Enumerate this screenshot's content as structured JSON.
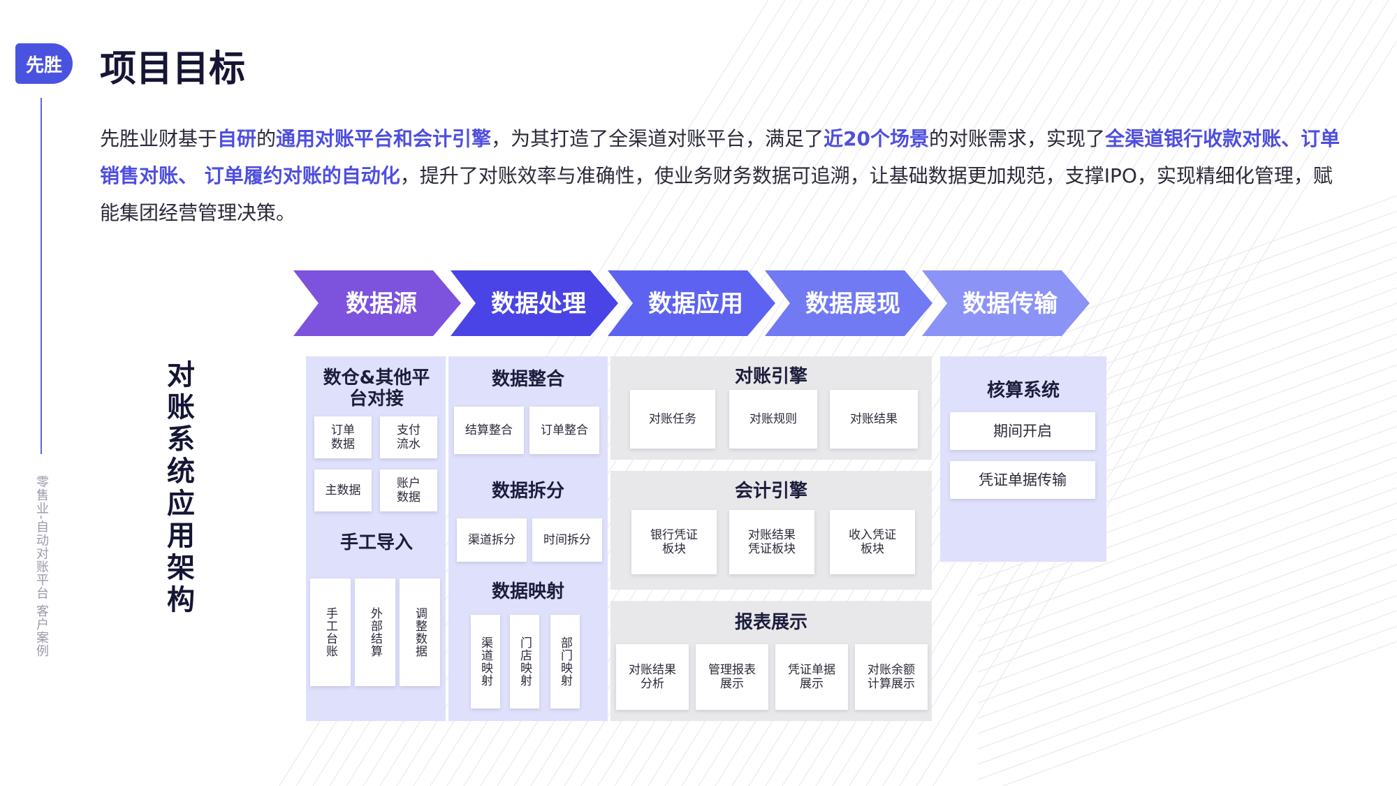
{
  "brand": {
    "logo_text": "先胜"
  },
  "sidebar": {
    "vertical_text": "零售业-自动对账平台 客户案例"
  },
  "page": {
    "title": "项目目标"
  },
  "description": {
    "segments": [
      {
        "text": "先胜业财基于",
        "highlight": false
      },
      {
        "text": "自研",
        "highlight": true
      },
      {
        "text": "的",
        "highlight": false
      },
      {
        "text": "通用对账平台和会计引擎",
        "highlight": true
      },
      {
        "text": "，为其打造了全渠道对账平台，满足了",
        "highlight": false
      },
      {
        "text": "近20个场景",
        "highlight": true
      },
      {
        "text": "的对账需求，实现了",
        "highlight": false
      },
      {
        "text": "全渠道银行收款对账、订单销售对账、 订单履约对账的自动化",
        "highlight": true
      },
      {
        "text": "，提升了对账效率与准确性，使业务财务数据可追溯，让基础数据更加规范，支撑IPO，实现精细化管理，赋能集团经营管理决策。",
        "highlight": false
      }
    ]
  },
  "diagram": {
    "vertical_title": "对账系统应用架构",
    "stages": [
      {
        "label": "数据源",
        "color": "#7d52dc"
      },
      {
        "label": "数据处理",
        "color": "#4a44e6"
      },
      {
        "label": "数据应用",
        "color": "#5d63f0"
      },
      {
        "label": "数据展现",
        "color": "#7179f3"
      },
      {
        "label": "数据传输",
        "color": "#8c93f6"
      }
    ],
    "col1": {
      "heading": "数仓&其他平台对接",
      "cards": [
        "订单数据",
        "支付流水",
        "主数据",
        "账户数据"
      ],
      "subheading": "手工导入",
      "vcards": [
        "手工台账",
        "外部结算",
        "调整数据"
      ]
    },
    "col2": {
      "integrate_heading": "数据整合",
      "integrate_cards": [
        "结算整合",
        "订单整合"
      ],
      "split_heading": "数据拆分",
      "split_cards": [
        "渠道拆分",
        "时间拆分"
      ],
      "map_heading": "数据映射",
      "map_vcards": [
        "渠道映射",
        "门店映射",
        "部门映射"
      ]
    },
    "col3": {
      "recon_heading": "对账引擎",
      "recon_cards": [
        "对账任务",
        "对账规则",
        "对账结果"
      ],
      "acct_heading": "会计引擎",
      "acct_cards": [
        "银行凭证板块",
        "对账结果凭证板块",
        "收入凭证板块"
      ],
      "report_heading": "报表展示",
      "report_cards": [
        "对账结果分析",
        "管理报表展示",
        "凭证单据展示",
        "对账余额计算展示"
      ]
    },
    "col4": {
      "heading": "核算系统",
      "cards": [
        "期间开启",
        "凭证单据传输"
      ]
    }
  }
}
